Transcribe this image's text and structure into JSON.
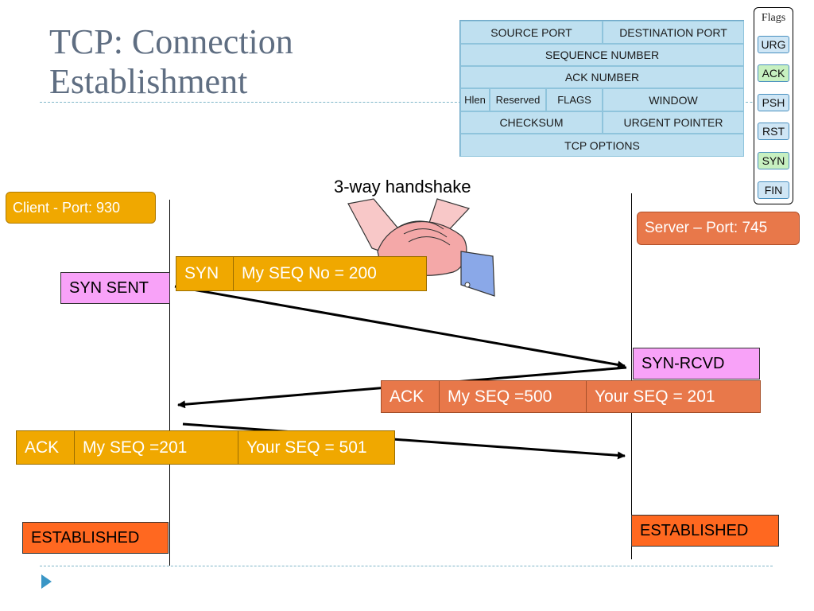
{
  "title": [
    "TCP: Connection",
    "Establishment"
  ],
  "tcp_header": {
    "row1": [
      "SOURCE PORT",
      "DESTINATION PORT"
    ],
    "row2": "SEQUENCE NUMBER",
    "row3": "ACK NUMBER",
    "row4": [
      "Hlen",
      "Reserved",
      "FLAGS",
      "WINDOW"
    ],
    "row5": [
      "CHECKSUM",
      "URGENT POINTER"
    ],
    "row6": "TCP OPTIONS"
  },
  "flags": {
    "title": "Flags",
    "items": [
      {
        "label": "URG",
        "color": "#cfe6f5"
      },
      {
        "label": "ACK",
        "color": "#c7f0c0"
      },
      {
        "label": "PSH",
        "color": "#cfe6f5"
      },
      {
        "label": "RST",
        "color": "#cfe6f5"
      },
      {
        "label": "SYN",
        "color": "#c7f0c0"
      },
      {
        "label": "FIN",
        "color": "#cfe6f5"
      }
    ]
  },
  "handshake_label": "3-way handshake",
  "client": {
    "label": "Client - Port: 930",
    "state1": "SYN SENT",
    "state2": "ESTABLISHED"
  },
  "server": {
    "label": "Server – Port: 745",
    "state1": "SYN-RCVD",
    "state2": "ESTABLISHED"
  },
  "messages": {
    "syn": [
      "SYN",
      "My SEQ No = 200"
    ],
    "synack": [
      "ACK",
      "My SEQ =500",
      "Your  SEQ = 201"
    ],
    "ack": [
      "ACK",
      "My SEQ =201",
      "Your  SEQ = 501"
    ]
  },
  "colors": {
    "client": "#f0a800",
    "server": "#e8784a",
    "syn_sent": "#f8a2f8",
    "established": "#ff6820",
    "header_cell": "#bfe0f0"
  }
}
